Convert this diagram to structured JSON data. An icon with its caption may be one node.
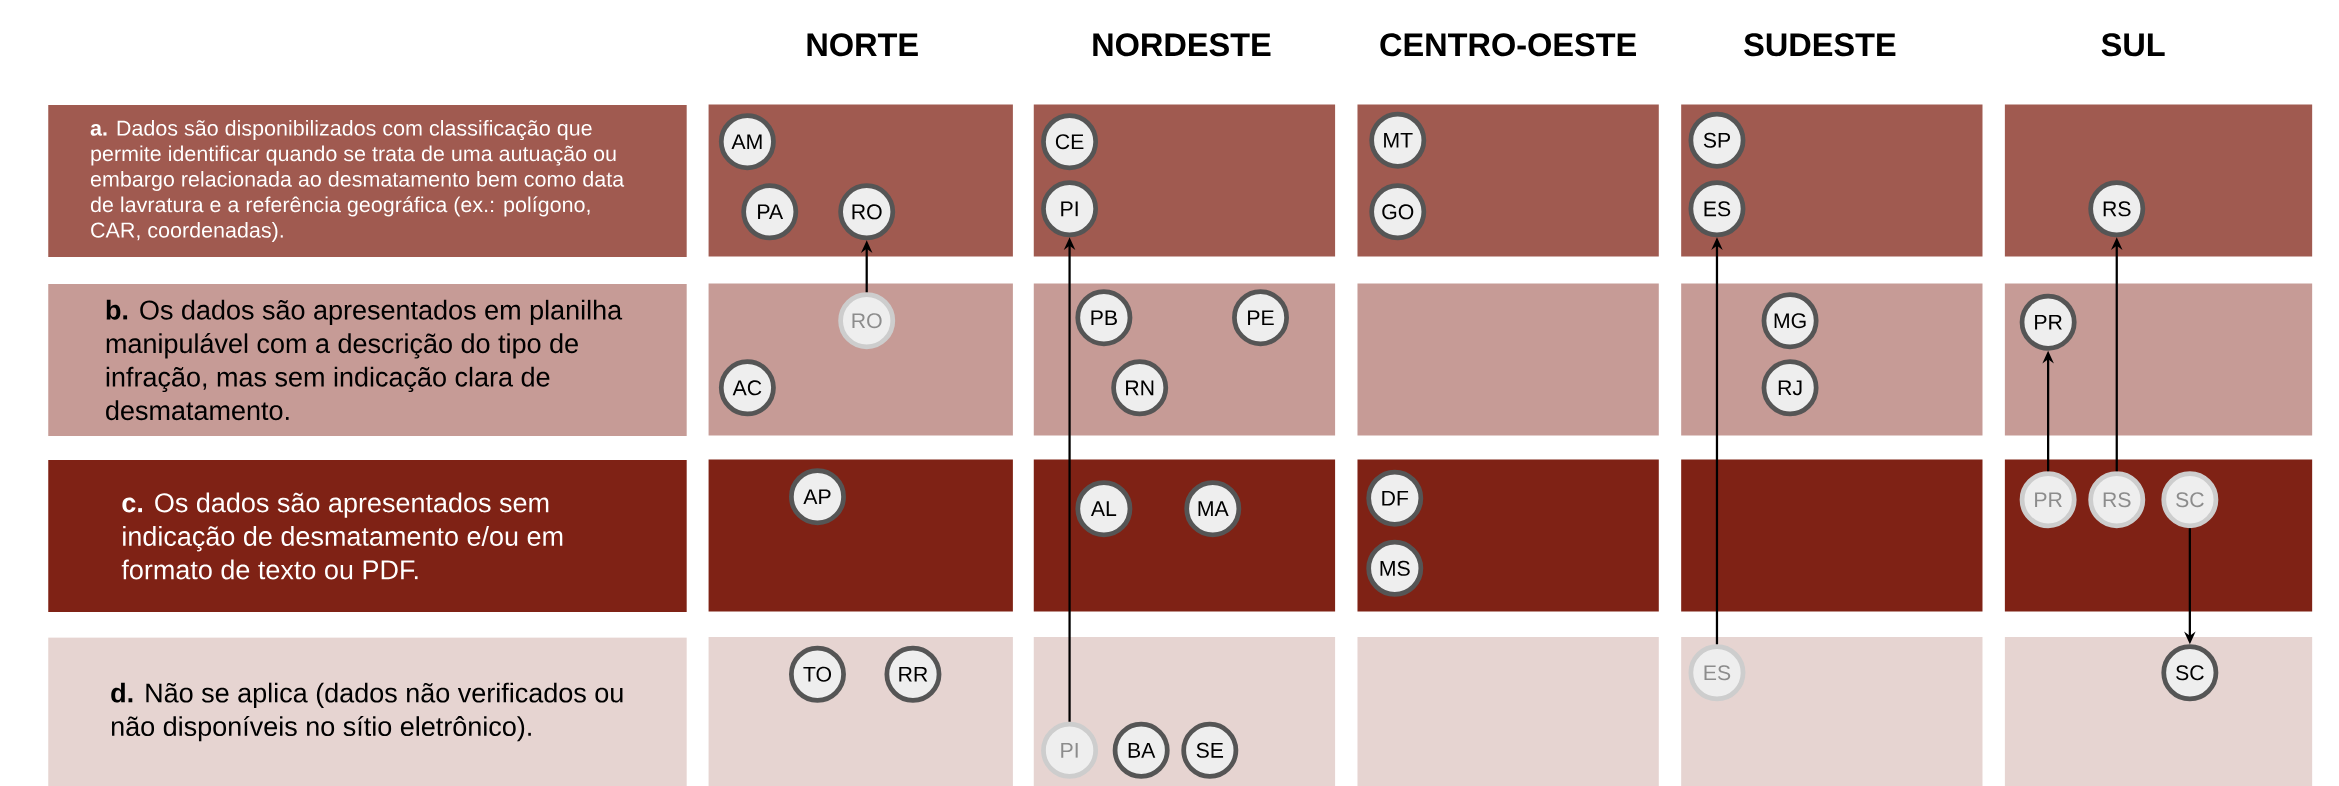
{
  "diagram": {
    "nodes": [
      {
        "text": [
          "**a.** Dados são disponibilizados com classificação que permite identificar quando se trata de uma autuação ou embargo relacionada ao desmatamento bem como data de lavratura e a referência geográfica (ex.: polígono, CAR, coordenadas)."
        ]
      },
      {
        "text": [
          "**b.** Os dados são apresentados em planilha manipulável com a descrição do tipo de infração, mas sem indicação clara de desmatamento."
        ]
      },
      {
        "text": [
          "**c.** Os dados são apresentados sem indicação de desmatamento e/ou em formato de texto ou PDF."
        ]
      },
      {
        "text": [
          "**d.**  Não se aplica (dados não verificados ou não disponíveis no sítio eletrônico)."
        ]
      },
      {
        "text": [
          "AM"
        ]
      },
      {
        "text": [
          "PA"
        ]
      },
      {
        "text": [
          "RO"
        ]
      },
      {
        "text": [
          "CE"
        ]
      },
      {
        "text": [
          "PI"
        ]
      },
      {
        "text": [
          "MT"
        ]
      },
      {
        "text": [
          "GO"
        ]
      },
      {
        "text": [
          "SP"
        ]
      },
      {
        "text": [
          "ES"
        ]
      },
      {
        "text": [
          "RS"
        ]
      },
      {
        "text": [
          "RO"
        ]
      },
      {
        "text": [
          "AC"
        ]
      },
      {
        "text": [
          "PB"
        ]
      },
      {
        "text": [
          "PE"
        ]
      },
      {
        "text": [
          "RN"
        ]
      },
      {
        "text": [
          "MG"
        ]
      },
      {
        "text": [
          "RJ"
        ]
      },
      {
        "text": [
          "PR"
        ]
      },
      {
        "text": [
          "AP"
        ]
      },
      {
        "text": [
          "AL"
        ]
      },
      {
        "text": [
          "MA"
        ]
      },
      {
        "text": [
          "DF"
        ]
      },
      {
        "text": [
          "MS"
        ]
      },
      {
        "text": [
          "PR"
        ]
      },
      {
        "text": [
          "RS"
        ]
      },
      {
        "text": [
          "SC"
        ]
      },
      {
        "text": [
          "TO"
        ]
      },
      {
        "text": [
          "RR"
        ]
      },
      {
        "text": [
          "ES"
        ]
      },
      {
        "text": [
          "SC"
        ]
      },
      {
        "text": [
          "PI"
        ]
      },
      {
        "text": [
          "BA"
        ]
      },
      {
        "text": [
          "SE"
        ]
      }
    ],
    "edges": [
      {
        "from": 14,
        "to": 6,
        "arrow": "to"
      },
      {
        "from": 34,
        "to": 8,
        "arrow": "to"
      },
      {
        "from": 32,
        "to": 12,
        "arrow": "to"
      },
      {
        "from": 27,
        "to": 21,
        "arrow": "to"
      },
      {
        "from": 28,
        "to": 13,
        "arrow": "to"
      },
      {
        "from": 29,
        "to": 33,
        "arrow": "to"
      }
    ],
    "labels": [
      "NORTE",
      "NORDESTE",
      "CENTRO-OESTE",
      "SUDESTE",
      "SUL"
    ]
  }
}
